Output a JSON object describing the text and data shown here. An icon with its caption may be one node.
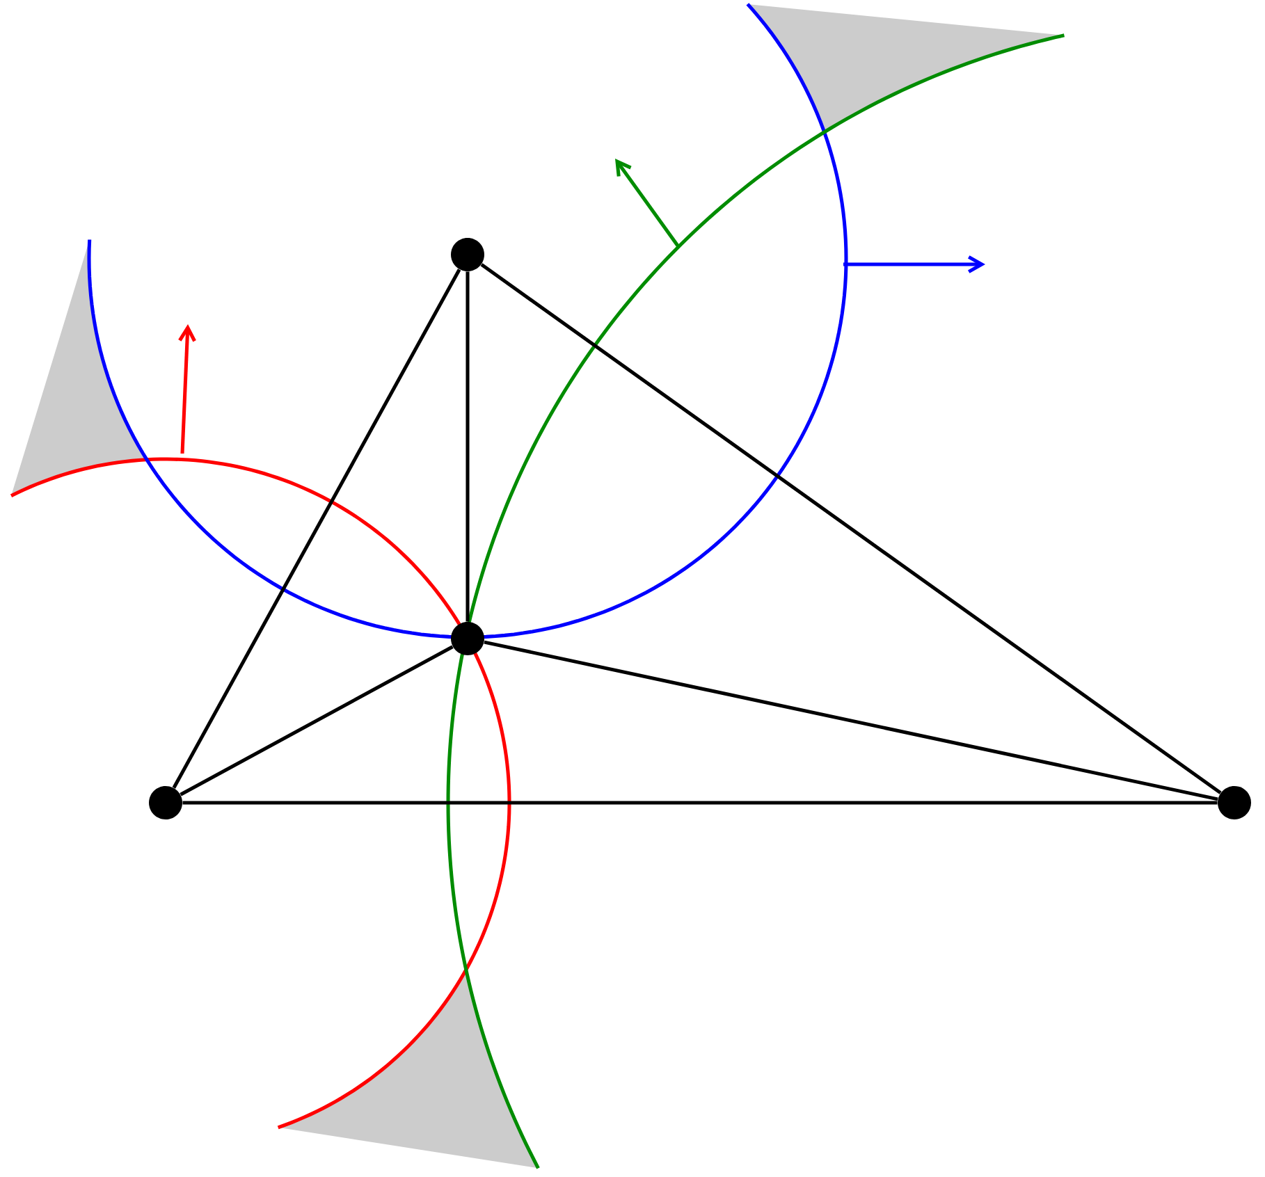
{
  "diagram": {
    "nodes": [
      {
        "text": [],
        "shape": "circle"
      },
      {
        "text": [],
        "shape": "circle"
      },
      {
        "text": [],
        "shape": "circle"
      },
      {
        "text": [],
        "shape": "circle"
      }
    ],
    "edges": [
      {
        "from": 0,
        "to": 1,
        "arrow": "none"
      },
      {
        "from": 0,
        "to": 2,
        "arrow": "none"
      },
      {
        "from": 0,
        "to": 3,
        "arrow": "none"
      },
      {
        "from": 1,
        "to": 2,
        "arrow": "none"
      },
      {
        "from": 1,
        "to": 3,
        "arrow": "none"
      },
      {
        "from": 2,
        "to": 3,
        "arrow": "none"
      }
    ]
  }
}
